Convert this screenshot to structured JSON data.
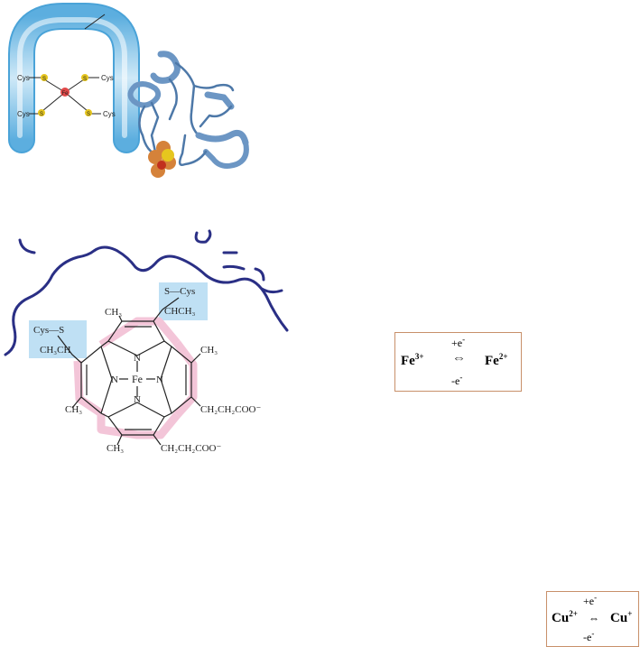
{
  "rubredoxin": {
    "iron": "Fe",
    "ligands": [
      "Cys",
      "Cys",
      "Cys",
      "Cys"
    ],
    "sulfur": "S"
  },
  "heme": {
    "iron": "Fe",
    "nitrogen": "N",
    "cys_top_s": "S—Cys",
    "cys_top_chch3": "CHCH₃",
    "cys_left_s": "Cys—S",
    "cys_left_ch3ch": "CH₃CH",
    "methyl_top": "CH₃",
    "methyl_right": "CH₃",
    "methyl_left": "CH₃",
    "methyl_bottom": "CH₃",
    "propionate_right": "CH₂CH₂COO⁻",
    "propionate_bottom": "CH₂CH₂COO⁻"
  },
  "iron_equilibrium": {
    "left": "Fe",
    "left_charge": "3+",
    "right": "Fe",
    "right_charge": "2+",
    "arrow": "⇔",
    "top": "+e",
    "top_sup": "-",
    "bottom": "-e",
    "bottom_sup": "-"
  },
  "copper_equilibrium": {
    "left": "Cu",
    "left_charge": "2+",
    "right": "Cu",
    "right_charge": "+",
    "arrow": "⇔",
    "top": "+e",
    "top_sup": "-",
    "bottom": "-e",
    "bottom_sup": "-"
  },
  "colors": {
    "tube": "#7fc4ea",
    "ribbon": "#6c96c4",
    "iron": "#d5823a",
    "sulfur": "#e6c61e",
    "peptide_line": "#2a2f85",
    "cys_box": "#bfe0f4",
    "ring_highlight": "#f3c5d8",
    "box_border": "#c8906a"
  }
}
